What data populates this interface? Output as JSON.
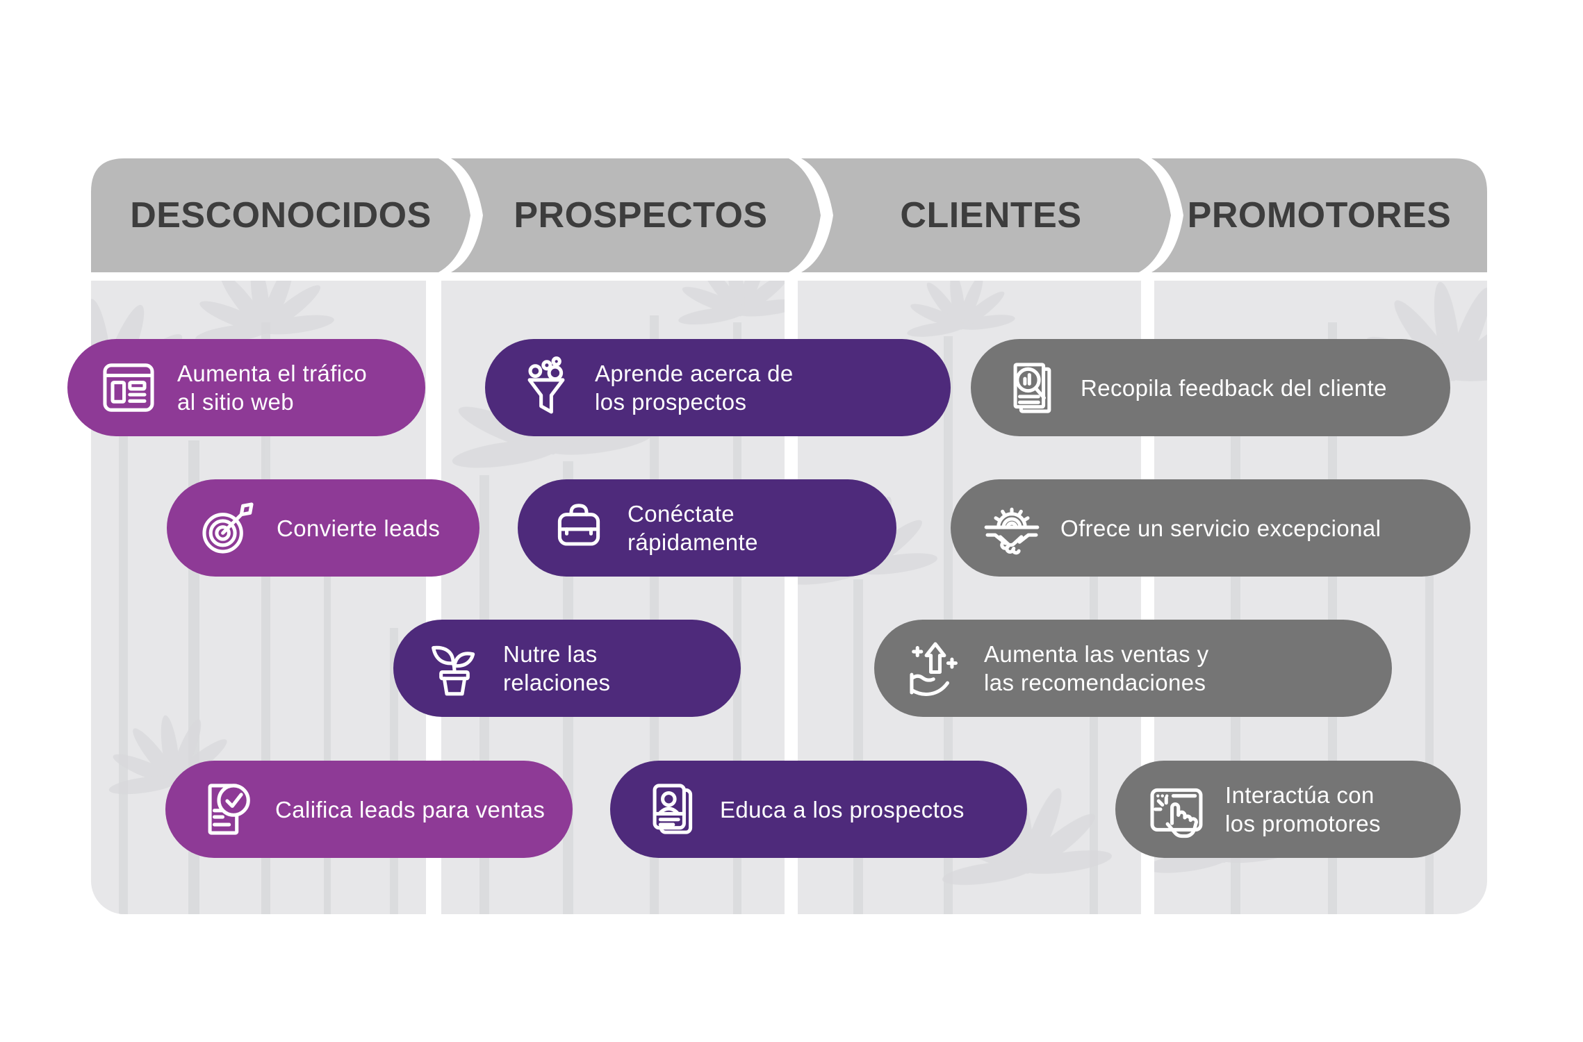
{
  "colors": {
    "magenta": "#8e3a96",
    "purple": "#4e2a7b",
    "gray_pill": "#757575",
    "stage_bg": "#b9b9b9",
    "stage_text": "#3d3d3d",
    "column_bg": "#e7e7e9",
    "palm": "#d8d9db",
    "pill_text": "#ffffff"
  },
  "stages": [
    {
      "label": "DESCONOCIDOS"
    },
    {
      "label": "PROSPECTOS"
    },
    {
      "label": "CLIENTES"
    },
    {
      "label": "PROMOTORES"
    }
  ],
  "pills": [
    {
      "id": "aumenta-trafico",
      "stage": "DESCONOCIDOS",
      "icon": "webpage-icon",
      "color": "magenta",
      "lines": [
        "Aumenta el tráfico",
        "al sitio web"
      ]
    },
    {
      "id": "aprende-prospectos",
      "stage": "PROSPECTOS",
      "icon": "funnel-icon",
      "color": "purple",
      "lines": [
        "Aprende acerca de",
        "los prospectos"
      ]
    },
    {
      "id": "recopila-feedback",
      "stage": "CLIENTES",
      "icon": "report-magnifier-icon",
      "color": "gray",
      "lines": [
        "Recopila feedback del cliente"
      ]
    },
    {
      "id": "convierte-leads",
      "stage": "DESCONOCIDOS",
      "icon": "target-arrow-icon",
      "color": "magenta",
      "lines": [
        "Convierte leads"
      ]
    },
    {
      "id": "conectate-rapidamente",
      "stage": "PROSPECTOS",
      "icon": "briefcase-icon",
      "color": "purple",
      "lines": [
        "Conéctate",
        "rápidamente"
      ]
    },
    {
      "id": "ofrece-servicio",
      "stage": "CLIENTES",
      "icon": "handshake-gear-icon",
      "color": "gray",
      "lines": [
        "Ofrece un servicio excepcional"
      ]
    },
    {
      "id": "nutre-relaciones",
      "stage": "PROSPECTOS",
      "icon": "plant-icon",
      "color": "purple",
      "lines": [
        "Nutre las",
        "relaciones"
      ]
    },
    {
      "id": "aumenta-ventas",
      "stage": "CLIENTES",
      "icon": "hand-growth-icon",
      "color": "gray",
      "lines": [
        "Aumenta las ventas y",
        "las recomendaciones"
      ]
    },
    {
      "id": "califica-leads",
      "stage": "DESCONOCIDOS",
      "icon": "document-check-icon",
      "color": "magenta",
      "lines": [
        "Califica leads para ventas"
      ]
    },
    {
      "id": "educa-prospectos",
      "stage": "PROSPECTOS",
      "icon": "contact-card-icon",
      "color": "purple",
      "lines": [
        "Educa a los prospectos"
      ]
    },
    {
      "id": "interactua-promotores",
      "stage": "PROMOTORES",
      "icon": "browser-click-icon",
      "color": "gray",
      "lines": [
        "Interactúa con",
        "los promotores"
      ]
    }
  ]
}
